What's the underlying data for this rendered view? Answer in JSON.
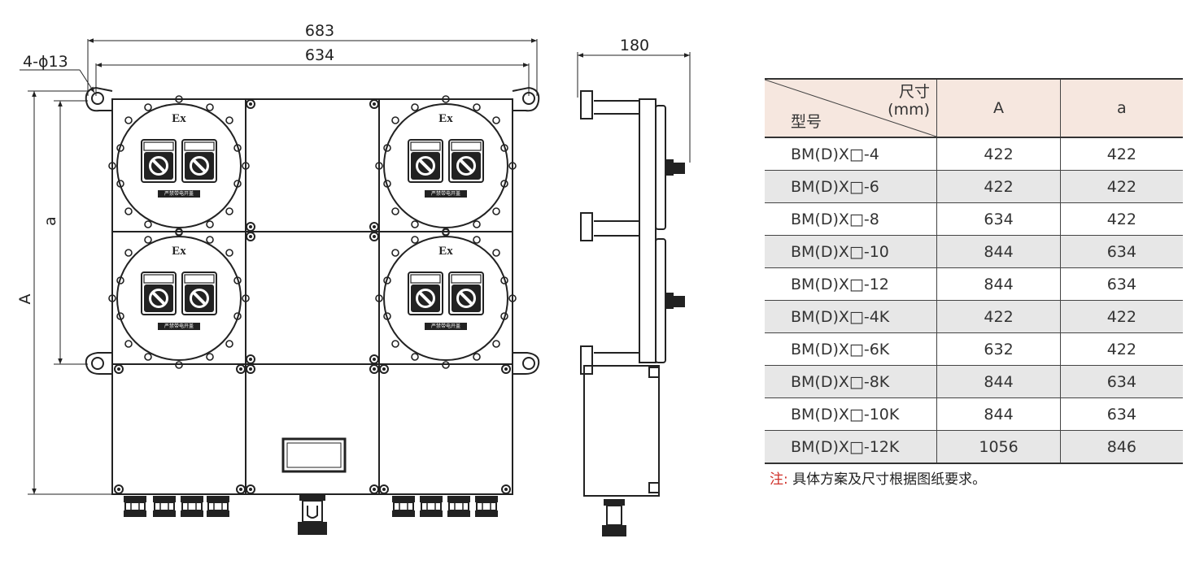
{
  "drawing": {
    "dims": {
      "overall_width": "683",
      "hole_spacing": "634",
      "hole_spec": "4-ϕ13",
      "inner_height": "a",
      "overall_height": "A",
      "side_depth": "180"
    },
    "ex_mark": "Ex",
    "plate_text": "严禁带电开盖"
  },
  "table": {
    "corner_top_1": "尺寸",
    "corner_top_2": "(mm)",
    "corner_bottom": "型号",
    "col_A": "A",
    "col_a": "a",
    "rows": [
      {
        "model": "BM(D)X□-4",
        "A": "422",
        "a": "422"
      },
      {
        "model": "BM(D)X□-6",
        "A": "422",
        "a": "422"
      },
      {
        "model": "BM(D)X□-8",
        "A": "634",
        "a": "422"
      },
      {
        "model": "BM(D)X□-10",
        "A": "844",
        "a": "634"
      },
      {
        "model": "BM(D)X□-12",
        "A": "844",
        "a": "634"
      },
      {
        "model": "BM(D)X□-4K",
        "A": "422",
        "a": "422"
      },
      {
        "model": "BM(D)X□-6K",
        "A": "632",
        "a": "422"
      },
      {
        "model": "BM(D)X□-8K",
        "A": "844",
        "a": "634"
      },
      {
        "model": "BM(D)X□-10K",
        "A": "844",
        "a": "634"
      },
      {
        "model": "BM(D)X□-12K",
        "A": "1056",
        "a": "846"
      }
    ]
  },
  "note": {
    "label": "注:",
    "text": "具体方案及尺寸根据图纸要求。"
  },
  "colors": {
    "line": "#222222",
    "header_bg": "#f6e7df",
    "row_shade": "#e7e7e7",
    "note_red": "#d0322b"
  }
}
